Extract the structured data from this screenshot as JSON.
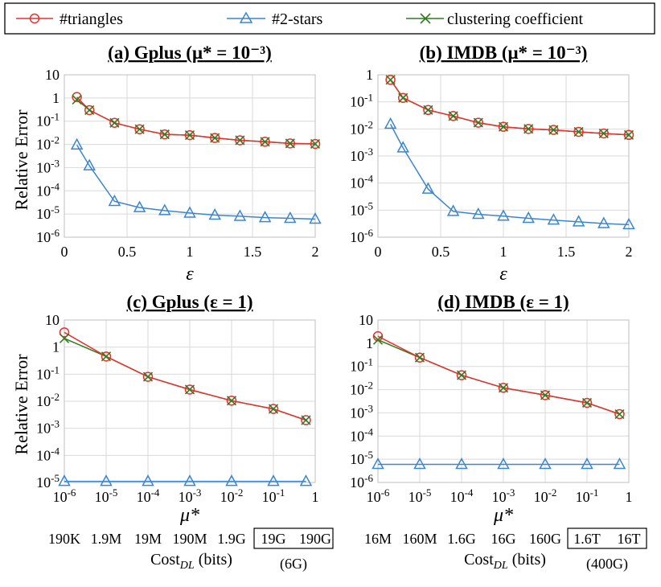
{
  "legend": [
    {
      "label": "#triangles",
      "color": "#e8312f",
      "marker": "circle"
    },
    {
      "label": "#2-stars",
      "color": "#3a86d0",
      "marker": "triangle"
    },
    {
      "label": "clustering coefficient",
      "color": "#2e7d1e",
      "marker": "x"
    }
  ],
  "chart_data": [
    {
      "type": "line",
      "title": "(a) Gplus (μ* = 10⁻³)",
      "ylabel": "Relative Error",
      "xlabel": "ε",
      "yscale": "log",
      "ylim": [
        1e-06,
        10
      ],
      "xlim": [
        0,
        2
      ],
      "xticks": [
        "0",
        "0.5",
        "1",
        "1.5",
        "2"
      ],
      "yticks": [
        "10",
        "1",
        "10-1",
        "10-2",
        "10-3",
        "10-4",
        "10-5",
        "10-6"
      ],
      "x": [
        0.1,
        0.2,
        0.4,
        0.6,
        0.8,
        1.0,
        1.2,
        1.4,
        1.6,
        1.8,
        2.0
      ],
      "series": [
        {
          "name": "#triangles",
          "values": [
            1.1,
            0.3,
            0.085,
            0.045,
            0.027,
            0.025,
            0.019,
            0.015,
            0.013,
            0.011,
            0.0105
          ]
        },
        {
          "name": "#2-stars",
          "values": [
            0.0095,
            0.0012,
            3.5e-05,
            1.9e-05,
            1.4e-05,
            1.1e-05,
            9e-06,
            8e-06,
            7e-06,
            6.5e-06,
            6e-06
          ]
        },
        {
          "name": "clustering coefficient",
          "values": [
            0.85,
            0.3,
            0.085,
            0.045,
            0.027,
            0.025,
            0.019,
            0.015,
            0.013,
            0.011,
            0.0105
          ]
        }
      ],
      "grid": true
    },
    {
      "type": "line",
      "title": "(b) IMDB (μ* = 10⁻³)",
      "ylabel": "",
      "xlabel": "ε",
      "yscale": "log",
      "ylim": [
        1e-06,
        1
      ],
      "xlim": [
        0,
        2
      ],
      "xticks": [
        "0",
        "0.5",
        "1",
        "1.5",
        "2"
      ],
      "yticks": [
        "1",
        "10-1",
        "10-2",
        "10-3",
        "10-4",
        "10-5",
        "10-6"
      ],
      "x": [
        0.1,
        0.2,
        0.4,
        0.6,
        0.8,
        1.0,
        1.2,
        1.4,
        1.6,
        1.8,
        2.0
      ],
      "series": [
        {
          "name": "#triangles",
          "values": [
            0.65,
            0.14,
            0.05,
            0.03,
            0.017,
            0.012,
            0.01,
            0.0092,
            0.0078,
            0.0068,
            0.006
          ]
        },
        {
          "name": "#2-stars",
          "values": [
            0.015,
            0.002,
            6e-05,
            9e-06,
            7e-06,
            6e-06,
            5e-06,
            4.3e-06,
            3.7e-06,
            3.2e-06,
            2.9e-06
          ]
        },
        {
          "name": "clustering coefficient",
          "values": [
            0.65,
            0.14,
            0.05,
            0.03,
            0.017,
            0.012,
            0.01,
            0.0092,
            0.0078,
            0.0068,
            0.006
          ]
        }
      ],
      "grid": true
    },
    {
      "type": "line",
      "title": "(c) Gplus (ε = 1)",
      "ylabel": "Relative Error",
      "xlabel": "μ*",
      "yscale": "log",
      "xscale": "log",
      "ylim": [
        1e-05,
        10
      ],
      "xlim": [
        1e-06,
        1
      ],
      "xticks": [
        "10-6",
        "10-5",
        "10-4",
        "10-3",
        "10-2",
        "10-1",
        "1"
      ],
      "yticks": [
        "10",
        "1",
        "10-1",
        "10-2",
        "10-3",
        "10-4",
        "10-5"
      ],
      "x": [
        1e-06,
        1e-05,
        0.0001,
        0.001,
        0.01,
        0.1,
        0.6
      ],
      "series": [
        {
          "name": "#triangles",
          "values": [
            3.5,
            0.45,
            0.08,
            0.027,
            0.0105,
            0.0052,
            0.002
          ]
        },
        {
          "name": "#2-stars",
          "values": [
            1.1e-05,
            1.1e-05,
            1.1e-05,
            1.1e-05,
            1.1e-05,
            1.1e-05,
            1.1e-05
          ]
        },
        {
          "name": "clustering coefficient",
          "values": [
            2.1,
            0.45,
            0.08,
            0.027,
            0.0105,
            0.0052,
            0.002
          ]
        }
      ],
      "grid": true
    },
    {
      "type": "line",
      "title": "(d) IMDB (ε = 1)",
      "ylabel": "",
      "xlabel": "μ*",
      "yscale": "log",
      "xscale": "log",
      "ylim": [
        1e-06,
        10
      ],
      "xlim": [
        1e-06,
        1
      ],
      "xticks": [
        "10-6",
        "10-5",
        "10-4",
        "10-3",
        "10-2",
        "10-1",
        "1"
      ],
      "yticks": [
        "10",
        "1",
        "10-1",
        "10-2",
        "10-3",
        "10-4",
        "10-5",
        "10-6"
      ],
      "x": [
        1e-06,
        1e-05,
        0.0001,
        0.001,
        0.01,
        0.1,
        0.6
      ],
      "series": [
        {
          "name": "#triangles",
          "values": [
            2.0,
            0.24,
            0.042,
            0.012,
            0.0058,
            0.0027,
            0.00088
          ]
        },
        {
          "name": "#2-stars",
          "values": [
            6e-06,
            6e-06,
            6e-06,
            6e-06,
            6e-06,
            6e-06,
            6e-06
          ]
        },
        {
          "name": "clustering coefficient",
          "values": [
            1.4,
            0.24,
            0.042,
            0.012,
            0.0058,
            0.0027,
            0.00088
          ]
        }
      ],
      "grid": true
    }
  ],
  "cost_rows": [
    {
      "plain": [
        "190K",
        "1.9M",
        "19M",
        "190M",
        "1.9G"
      ],
      "boxed": [
        "19G",
        "190G"
      ],
      "note": "(6G)"
    },
    {
      "plain": [
        "16M",
        "160M",
        "1.6G",
        "16G",
        "160G"
      ],
      "boxed": [
        "1.6T",
        "16T"
      ],
      "note": "(400G)"
    }
  ],
  "cost_label": {
    "main": "Cost",
    "sub": "DL",
    "unit": "(bits)"
  }
}
